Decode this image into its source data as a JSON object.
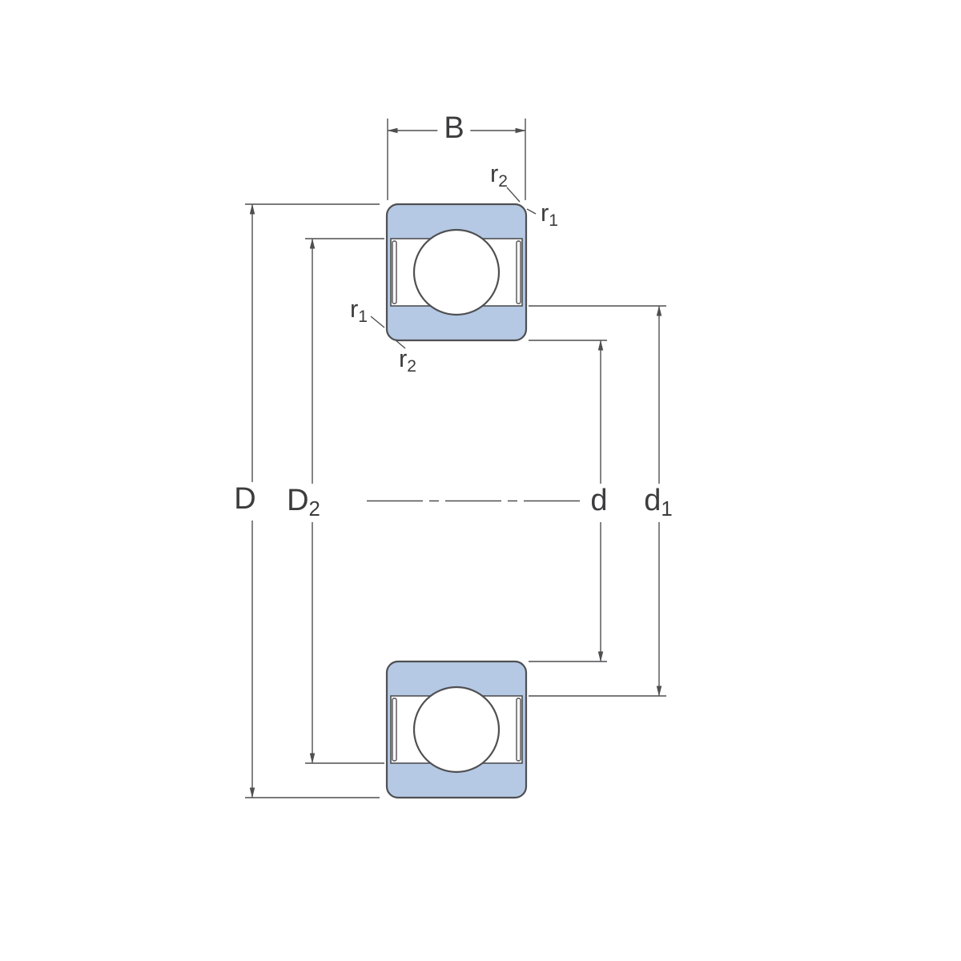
{
  "diagram": {
    "labels": {
      "B": {
        "base": "B",
        "sub": ""
      },
      "r2_top": {
        "base": "r",
        "sub": "2"
      },
      "r1_top": {
        "base": "r",
        "sub": "1"
      },
      "r1_mid": {
        "base": "r",
        "sub": "1"
      },
      "r2_mid": {
        "base": "r",
        "sub": "2"
      },
      "D": {
        "base": "D",
        "sub": ""
      },
      "D2": {
        "base": "D",
        "sub": "2"
      },
      "d": {
        "base": "d",
        "sub": ""
      },
      "d1": {
        "base": "d",
        "sub": "1"
      }
    },
    "colors": {
      "ring_fill": "#b5c9e4",
      "line": "#4f4f52",
      "text": "#3c3c3e",
      "background": "#ffffff"
    }
  }
}
